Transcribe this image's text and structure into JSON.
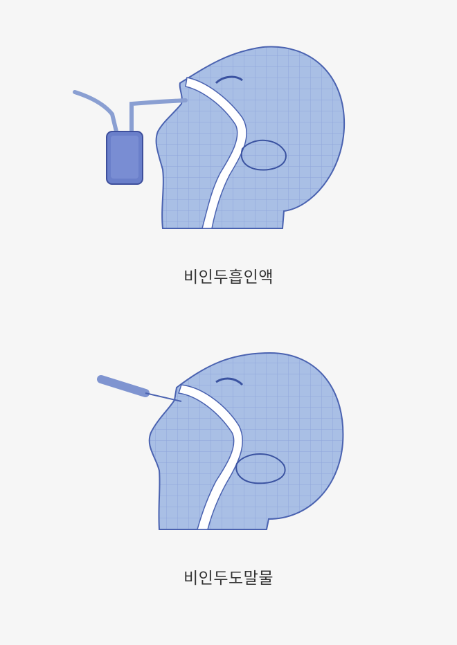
{
  "figures": [
    {
      "caption": "비인두흡인액",
      "illustration": "nasopharyngeal-aspirate-illustration"
    },
    {
      "caption": "비인두도말물",
      "illustration": "nasopharyngeal-swab-illustration"
    }
  ],
  "colors": {
    "background": "#f6f6f6",
    "head_fill": "#a7bde4",
    "outline": "#4a62b0",
    "grid": "#8aa2d8",
    "caption": "#333333"
  }
}
